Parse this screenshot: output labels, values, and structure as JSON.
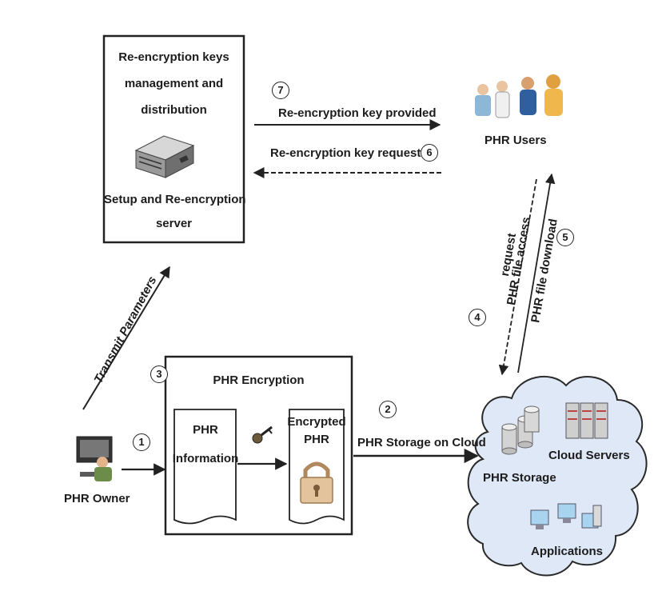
{
  "server_box": {
    "title_lines": [
      "Re-encryption keys",
      "management and",
      "distribution"
    ],
    "subtitle_lines": [
      "Setup and Re-encryption",
      "server"
    ]
  },
  "arrows": {
    "key_provided": "Re-encryption key provided",
    "key_request": "Re-encryption key request",
    "transmit": "Transmit Parameters",
    "access_request_lines": [
      "PHR file access",
      "request"
    ],
    "file_download": "PHR file download",
    "storage_on_cloud": "PHR Storage on Cloud"
  },
  "steps": {
    "s1": "1",
    "s2": "2",
    "s3": "3",
    "s4": "4",
    "s5": "5",
    "s6": "6",
    "s7": "7"
  },
  "users": {
    "label": "PHR Users"
  },
  "owner": {
    "label": "PHR Owner"
  },
  "encryption_box": {
    "title": "PHR Encryption",
    "info_lines": [
      "PHR",
      "Information"
    ],
    "encrypted_lines": [
      "Encrypted",
      "PHR"
    ]
  },
  "cloud": {
    "storage": "PHR Storage",
    "servers": "Cloud Servers",
    "applications": "Applications"
  },
  "colors": {
    "cloud_fill": "#dfe8f7",
    "cloud_stroke": "#2a2a2a",
    "line": "#222222"
  }
}
